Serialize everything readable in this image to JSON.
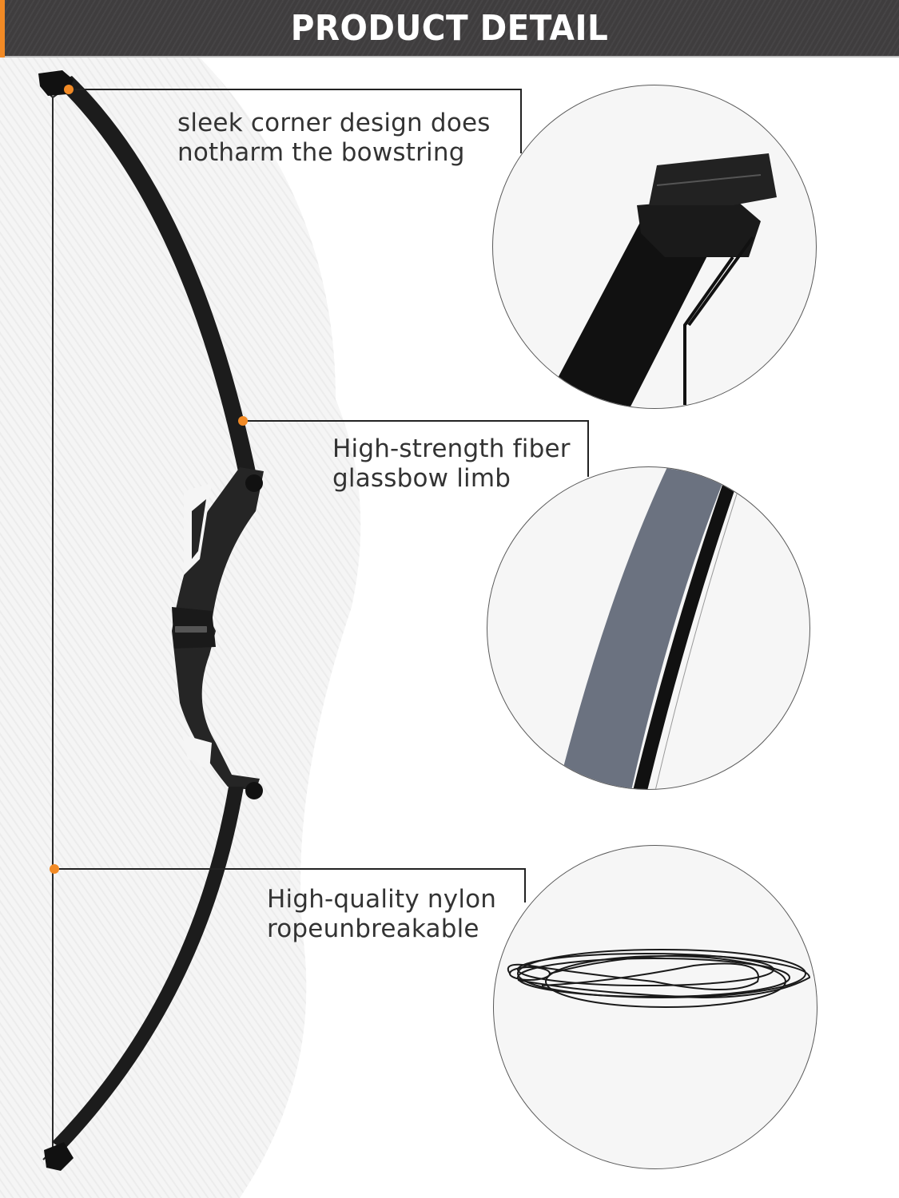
{
  "header": {
    "title": "PRODUCT DETAIL",
    "background_color": "#3f3d3e",
    "accent_color": "#f28a25"
  },
  "callouts": [
    {
      "id": "corner",
      "lines": [
        "sleek corner design does",
        "notharm the bowstring"
      ],
      "detail_image": "bow-limb-tip-closeup"
    },
    {
      "id": "limb",
      "lines": [
        "High-strength fiber",
        "glassbow limb"
      ],
      "detail_image": "fiberglass-limb-closeup"
    },
    {
      "id": "string",
      "lines": [
        "High-quality nylon",
        "ropeunbreakable"
      ],
      "detail_image": "coiled-bowstring"
    }
  ],
  "colors": {
    "marker": "#f28a25",
    "callout_line": "#222222",
    "text": "#333333",
    "bow": "#1a1a1a"
  }
}
